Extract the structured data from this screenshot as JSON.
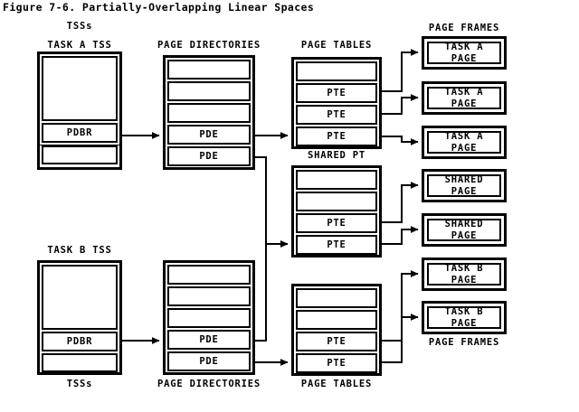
{
  "figure": {
    "title": "Figure 7-6. Partially-Overlapping Linear Spaces"
  },
  "labels": {
    "tss_top": "TSSs",
    "tss_bottom": "TSSs",
    "task_a_tss": "TASK A TSS",
    "task_b_tss": "TASK B TSS",
    "page_directories_top": "PAGE DIRECTORIES",
    "page_directories_bottom": "PAGE DIRECTORIES",
    "page_tables_top": "PAGE TABLES",
    "page_tables_bottom": "PAGE TABLES",
    "shared_pt": "SHARED PT",
    "page_frames_top": "PAGE FRAMES",
    "page_frames_bottom": "PAGE FRAMES"
  },
  "colors": {
    "ink": "#000000",
    "paper": "#ffffff"
  },
  "task_a_tss": {
    "cells": [
      "",
      "PDBR",
      ""
    ]
  },
  "task_b_tss": {
    "cells": [
      "",
      "PDBR",
      ""
    ]
  },
  "page_directory_a": {
    "cells": [
      "",
      "",
      "",
      "PDE",
      "PDE"
    ]
  },
  "page_directory_b": {
    "cells": [
      "",
      "",
      "",
      "PDE",
      "PDE"
    ]
  },
  "page_table_a": {
    "cells": [
      "",
      "PTE",
      "PTE",
      "PTE"
    ]
  },
  "shared_page_table": {
    "cells": [
      "",
      "",
      "PTE",
      "PTE"
    ]
  },
  "page_table_b": {
    "cells": [
      "",
      "",
      "PTE",
      "PTE"
    ]
  },
  "page_frames": [
    {
      "line1": "TASK A",
      "line2": "PAGE"
    },
    {
      "line1": "TASK A",
      "line2": "PAGE"
    },
    {
      "line1": "TASK A",
      "line2": "PAGE"
    },
    {
      "line1": "SHARED",
      "line2": "PAGE"
    },
    {
      "line1": "SHARED",
      "line2": "PAGE"
    },
    {
      "line1": "TASK B",
      "line2": "PAGE"
    },
    {
      "line1": "TASK B",
      "line2": "PAGE"
    }
  ]
}
